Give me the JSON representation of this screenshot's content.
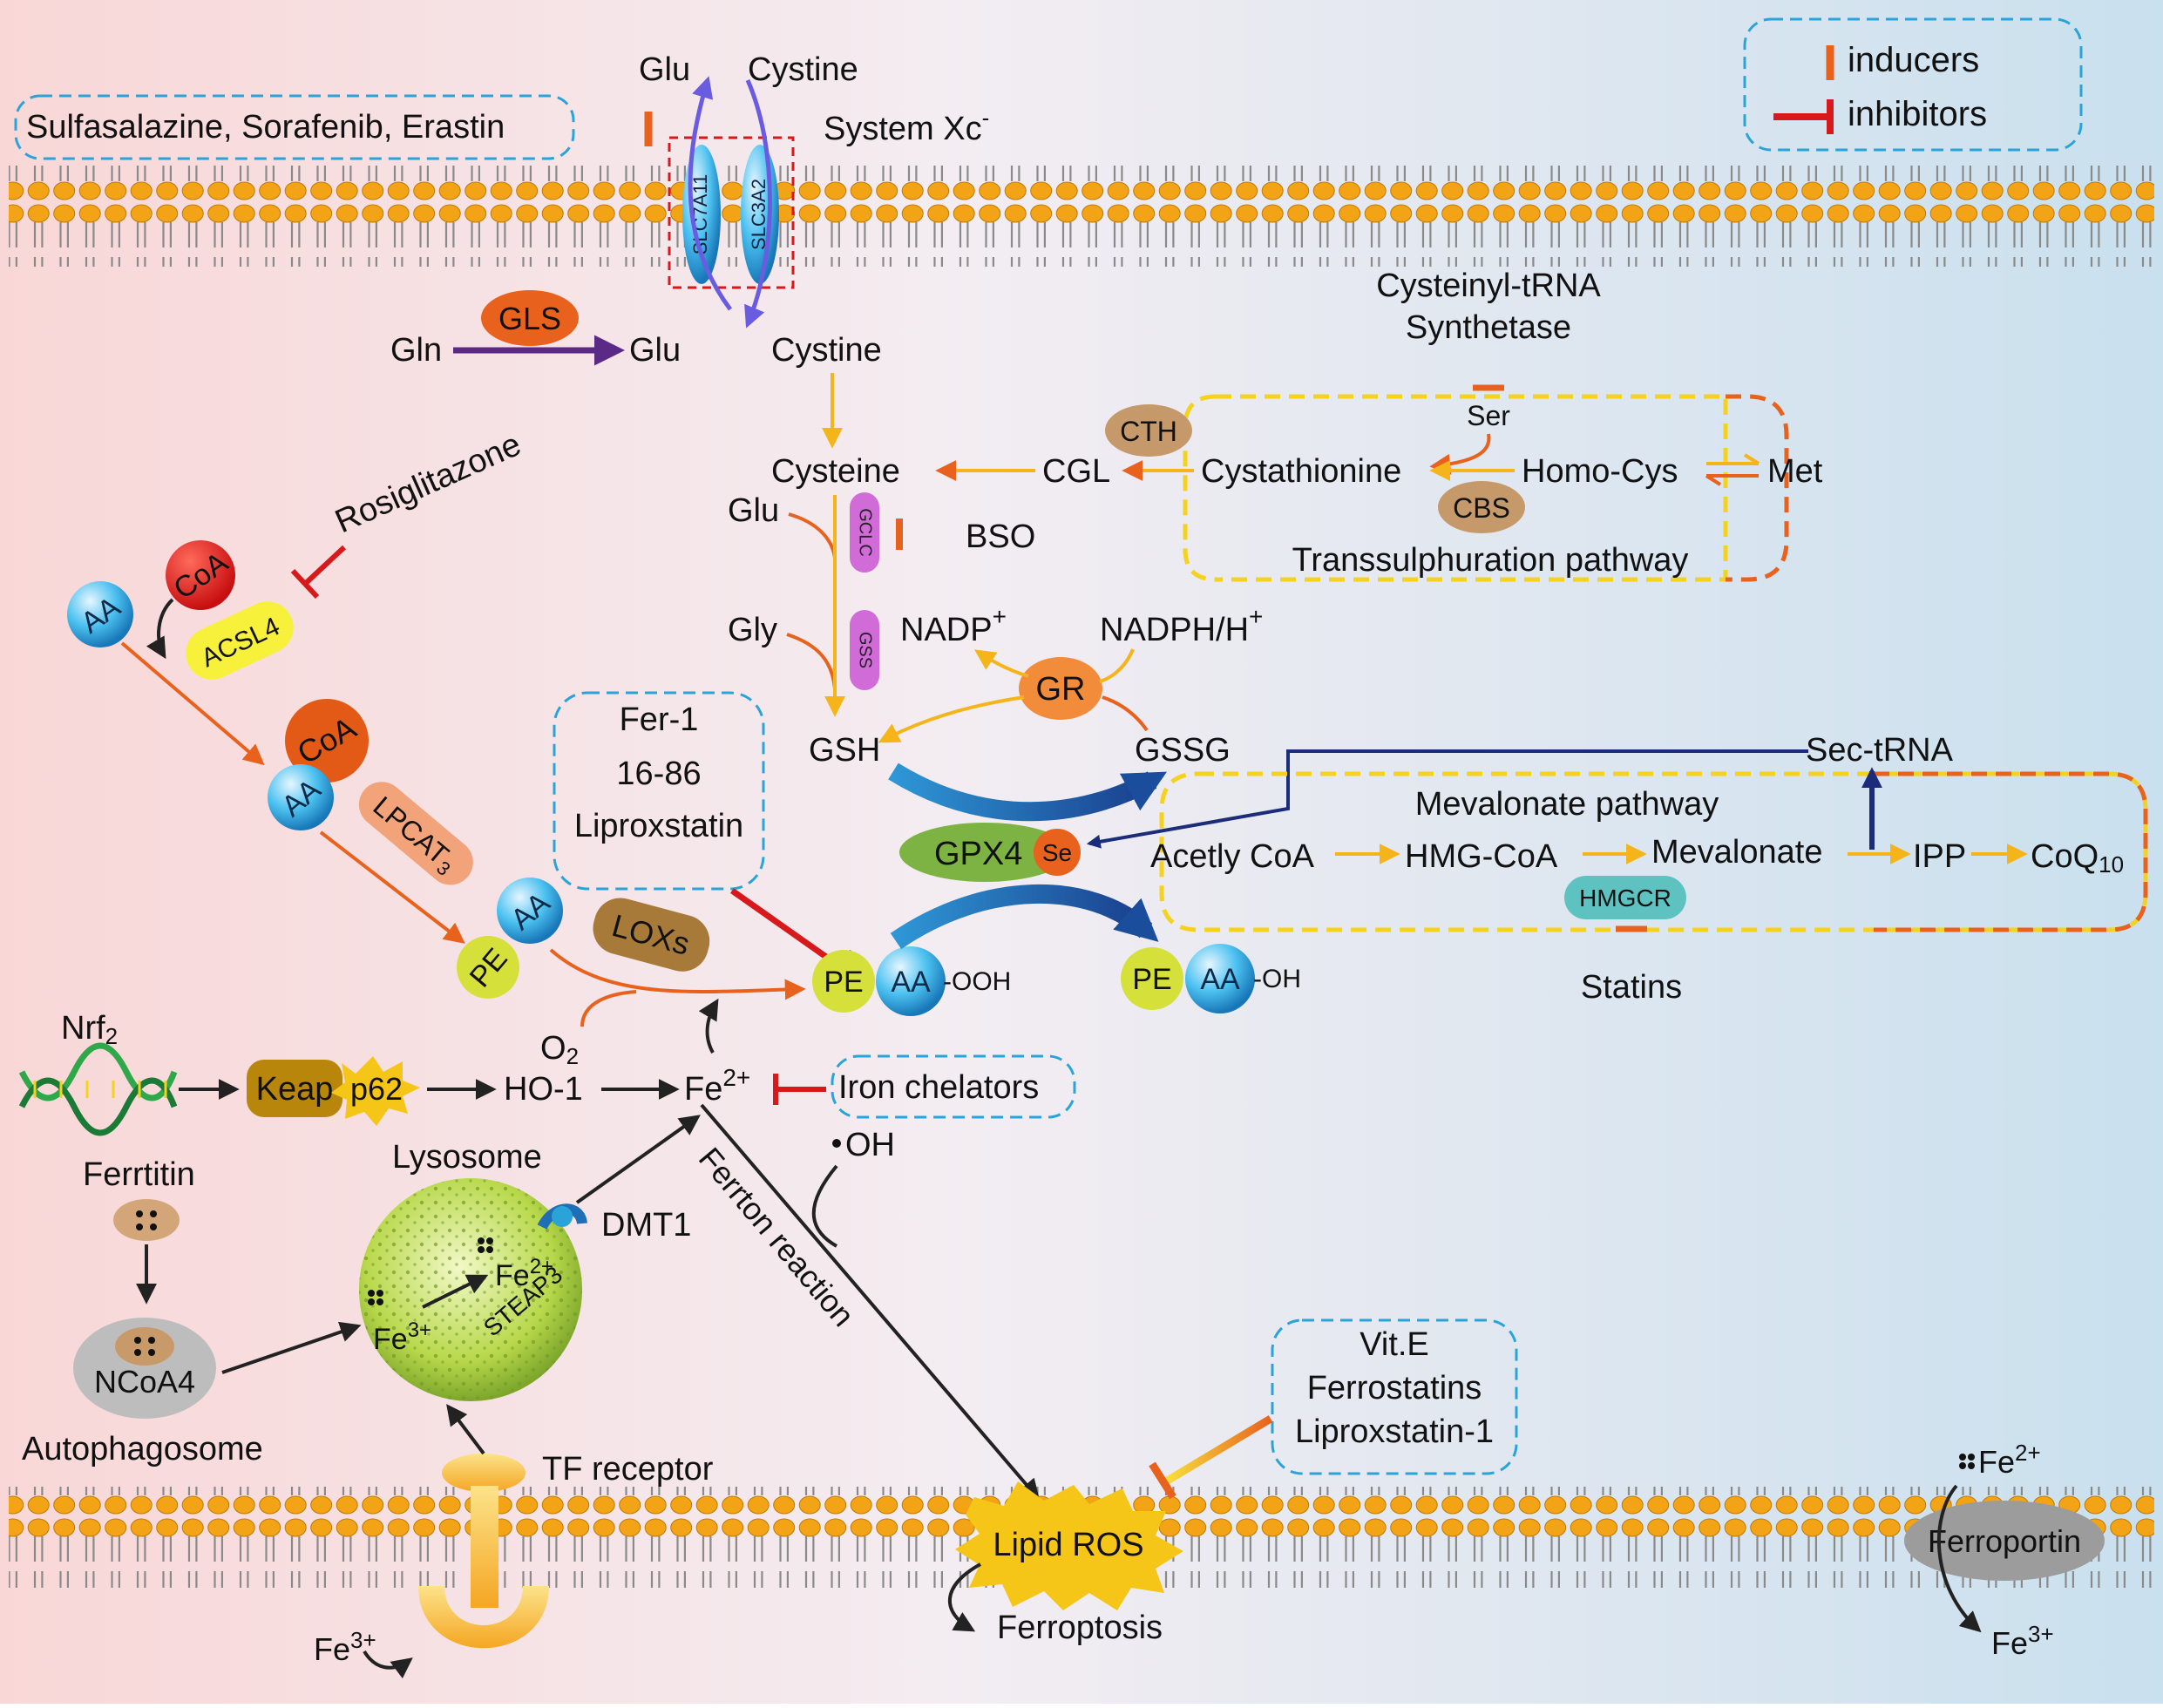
{
  "legend": {
    "inducers": "inducers",
    "inhibitors": "inhibitors"
  },
  "drugs_xc": "Sulfasalazine, Sorafenib, Erastin",
  "system_xc": {
    "label": "System Xc",
    "superscript": "-",
    "glu_out": "Glu",
    "cystine_out": "Cystine",
    "slc7a11": "SLC7A11",
    "slc3a2": "SLC3A2"
  },
  "gln_pathway": {
    "gln": "Gln",
    "gls": "GLS",
    "glu": "Glu",
    "cystine": "Cystine"
  },
  "gsh_synthesis": {
    "cysteine": "Cysteine",
    "glu": "Glu",
    "gclc": "GCLC",
    "bso": "BSO",
    "gly": "Gly",
    "gss": "GSS",
    "gsh": "GSH"
  },
  "transsulfuration": {
    "cysteinyl_trna": "Cysteinyl-tRNA",
    "synthetase": "Synthetase",
    "ser": "Ser",
    "cth": "CTH",
    "cgl": "CGL",
    "cystathionine": "Cystathionine",
    "homocys": "Homo-Cys",
    "met": "Met",
    "cbs": "CBS",
    "title": "Transsulphuration pathway"
  },
  "gr_cycle": {
    "nadp": "NADP",
    "nadp_sup": "+",
    "nadph": "NADPH/H",
    "nadph_sup": "+",
    "gr": "GR",
    "gssg": "GSSG"
  },
  "ferroptosis_inhibitors": [
    "Fer-1",
    "16-86",
    "Liproxstatin"
  ],
  "gpx4": {
    "label": "GPX4",
    "se": "Se",
    "sec_trna": "Sec-tRNA"
  },
  "mevalonate": {
    "title": "Mevalonate pathway",
    "acetyl": "Acetly CoA",
    "hmg": "HMG-CoA",
    "mevalonate": "Mevalonate",
    "ipp": "IPP",
    "coq": "CoQ",
    "coq_sub": "10",
    "hmgcr": "HMGCR",
    "statins": "Statins"
  },
  "lipid": {
    "rosiglitazone": "Rosiglitazone",
    "aa": "AA",
    "coa": "CoA",
    "acsl4": "ACSL4",
    "lpcat3": "LPCAT",
    "lpcat3_sub": "3",
    "pe": "PE",
    "loxs": "LOXs",
    "o2": "O",
    "o2_sub": "2",
    "ooh": "-OOH",
    "oh": "-OH"
  },
  "iron": {
    "nrf2": "Nrf",
    "nrf2_sub": "2",
    "keap": "Keap",
    "p62": "p62",
    "ho1": "HO-1",
    "fe": "Fe",
    "fe2_sup": "2+",
    "fe3_sup": "3+",
    "iron_chelators": "Iron chelators",
    "oh_radical": "OH",
    "fenton": "Ferrton reaction",
    "lysosome": "Lysosome",
    "dmt1": "DMT1",
    "steap3": "STEAP3",
    "ferritin": "Ferrtitin",
    "ncoa4": "NCoA4",
    "autophagosome": "Autophagosome",
    "tf_receptor": "TF receptor",
    "ferroportin": "Ferroportin"
  },
  "ros_block": {
    "inhibitors": [
      "Vit.E",
      "Ferrostatins",
      "Liproxstatin-1"
    ],
    "lipid_ros": "Lipid ROS",
    "ferroptosis": "Ferroptosis"
  },
  "colors": {
    "orange_arrow": "#E8621E",
    "yellow_arrow": "#F4B41A",
    "inhibitor": "#D7191C",
    "blue_dash": "#2AA4D8",
    "navy": "#1A2C7A",
    "purple": "#5B2A86"
  }
}
